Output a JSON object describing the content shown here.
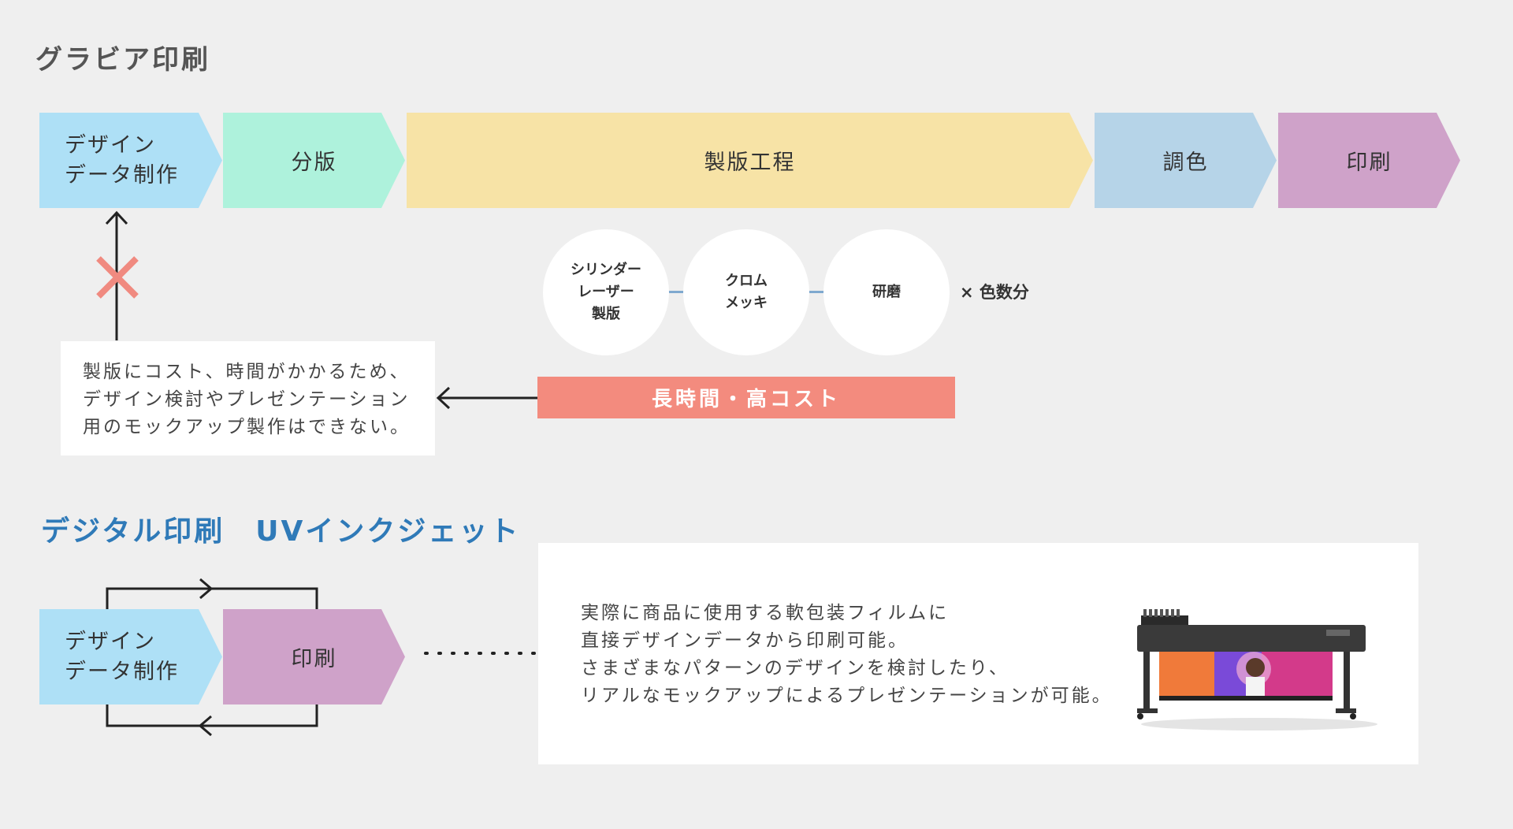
{
  "gravure": {
    "title": "グラビア印刷",
    "steps": [
      {
        "label": "デザイン\nデータ制作",
        "color": "#aee0f6"
      },
      {
        "label": "分版",
        "color": "#aef2dc"
      },
      {
        "label": "製版工程",
        "color": "#f7e3a6"
      },
      {
        "label": "調色",
        "color": "#b6d4e8"
      },
      {
        "label": "印刷",
        "color": "#cfa2c9"
      }
    ],
    "sub_steps": [
      "シリンダー\nレーザー\n製版",
      "クロム\nメッキ",
      "研磨"
    ],
    "multiplier": "× 色数分",
    "cost_label": "長時間・高コスト",
    "note": "製版にコスト、時間がかかるため、\nデザイン検討やプレゼンテーション\n用のモックアップ製作はできない。"
  },
  "digital": {
    "title": "デジタル印刷　UVインクジェット",
    "steps": [
      {
        "label": "デザイン\nデータ制作",
        "color": "#aee0f6"
      },
      {
        "label": "印刷",
        "color": "#cfa2c9"
      }
    ],
    "description": "実際に商品に使用する軟包装フィルムに\n直接デザインデータから印刷可能。\nさまざまなパターンのデザインを検討したり、\nリアルなモックアップによるプレゼンテーションが可能。"
  },
  "colors": {
    "background": "#efefef",
    "cross": "#f08a80",
    "cost_bar": "#f38b7e",
    "digital_title": "#2f7ab8"
  },
  "icons": {
    "cross": "cross-icon",
    "printer": "printer-icon"
  }
}
